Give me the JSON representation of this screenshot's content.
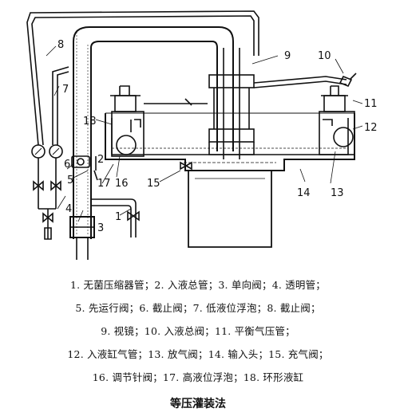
{
  "diagram": {
    "callouts": [
      "1",
      "2",
      "3",
      "4",
      "5",
      "6",
      "7",
      "8",
      "9",
      "10",
      "11",
      "12",
      "13",
      "14",
      "15",
      "16",
      "17",
      "18"
    ]
  },
  "legend_lines": [
    "1. 无菌压缩器管；2. 入液总管；3. 单向阀；4. 透明管；",
    "5. 先运行阀；6. 截止阀；7. 低液位浮泡；8. 截止阀；",
    "9. 视镜；10. 入液总阀；11. 平衡气压管；",
    "12. 入液缸气管；13. 放气阀；14. 输入头；15. 充气阀；",
    "16. 调节针阀；17. 高液位浮泡；18. 环形液缸"
  ],
  "caption": "等压灌装法"
}
